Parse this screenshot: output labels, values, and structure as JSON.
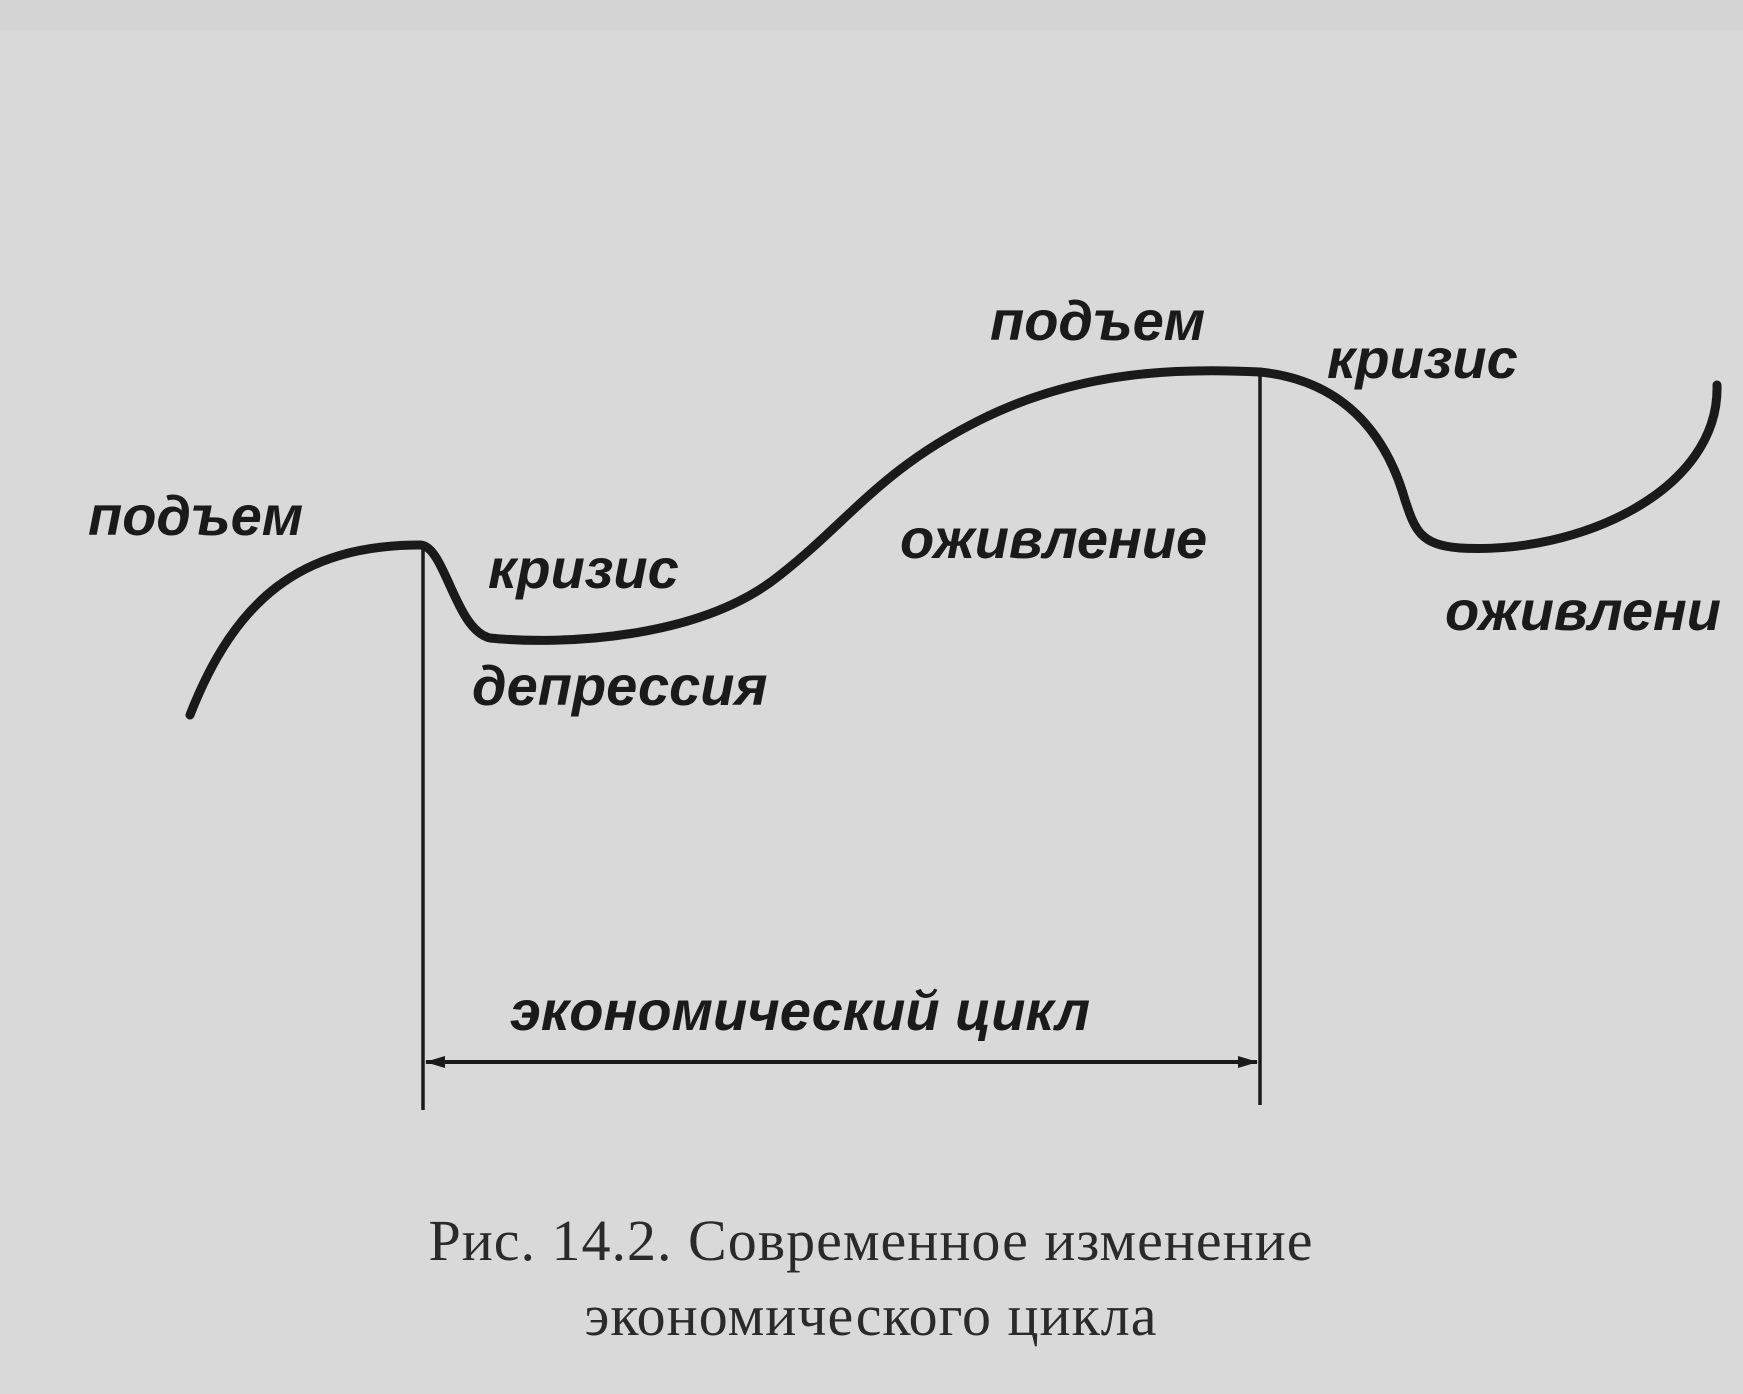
{
  "diagram": {
    "labels": {
      "rise_left": "подъем",
      "crisis_left": "кризис",
      "depression": "депрессия",
      "revival_center": "оживление",
      "rise_top": "подъем",
      "crisis_right": "кризис",
      "revival_right": "оживлени"
    },
    "cycle_label": "экономический цикл"
  },
  "caption": {
    "line1": "Рис. 14.2. Современное изменение",
    "line2": "экономического цикла"
  },
  "colors": {
    "ink": "#1a1a1a",
    "paper": "#d9d9d9"
  }
}
